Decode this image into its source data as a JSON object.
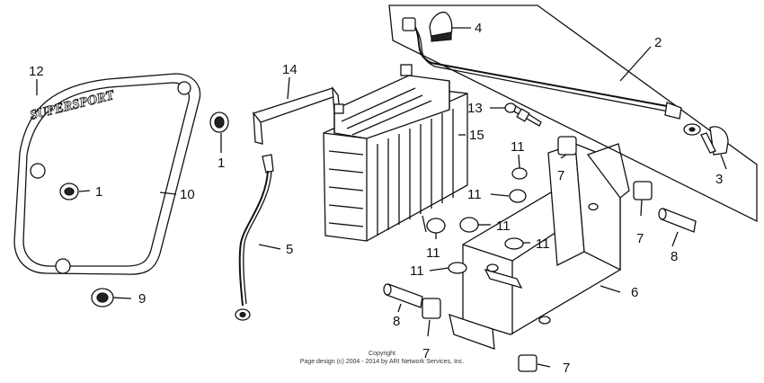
{
  "emblem_text": "SUPERSPORT",
  "callouts": [
    {
      "id": "1a",
      "text": "1"
    },
    {
      "id": "1b",
      "text": "1"
    },
    {
      "id": "2",
      "text": "2"
    },
    {
      "id": "3",
      "text": "3"
    },
    {
      "id": "4",
      "text": "4"
    },
    {
      "id": "5",
      "text": "5"
    },
    {
      "id": "6",
      "text": "6"
    },
    {
      "id": "7a",
      "text": "7"
    },
    {
      "id": "7b",
      "text": "7"
    },
    {
      "id": "7c",
      "text": "7"
    },
    {
      "id": "7d",
      "text": "7"
    },
    {
      "id": "8a",
      "text": "8"
    },
    {
      "id": "8b",
      "text": "8"
    },
    {
      "id": "9",
      "text": "9"
    },
    {
      "id": "10",
      "text": "10"
    },
    {
      "id": "11a",
      "text": "11"
    },
    {
      "id": "11b",
      "text": "11"
    },
    {
      "id": "11c",
      "text": "11"
    },
    {
      "id": "11d",
      "text": "11"
    },
    {
      "id": "11e",
      "text": "11"
    },
    {
      "id": "11f",
      "text": "11"
    },
    {
      "id": "12",
      "text": "12"
    },
    {
      "id": "13",
      "text": "13"
    },
    {
      "id": "14",
      "text": "14"
    },
    {
      "id": "15",
      "text": "15"
    }
  ],
  "copyright": {
    "line1": "Copyright",
    "line2": "Page design (c) 2004 - 2014 by ARI Network Services, Inc."
  }
}
